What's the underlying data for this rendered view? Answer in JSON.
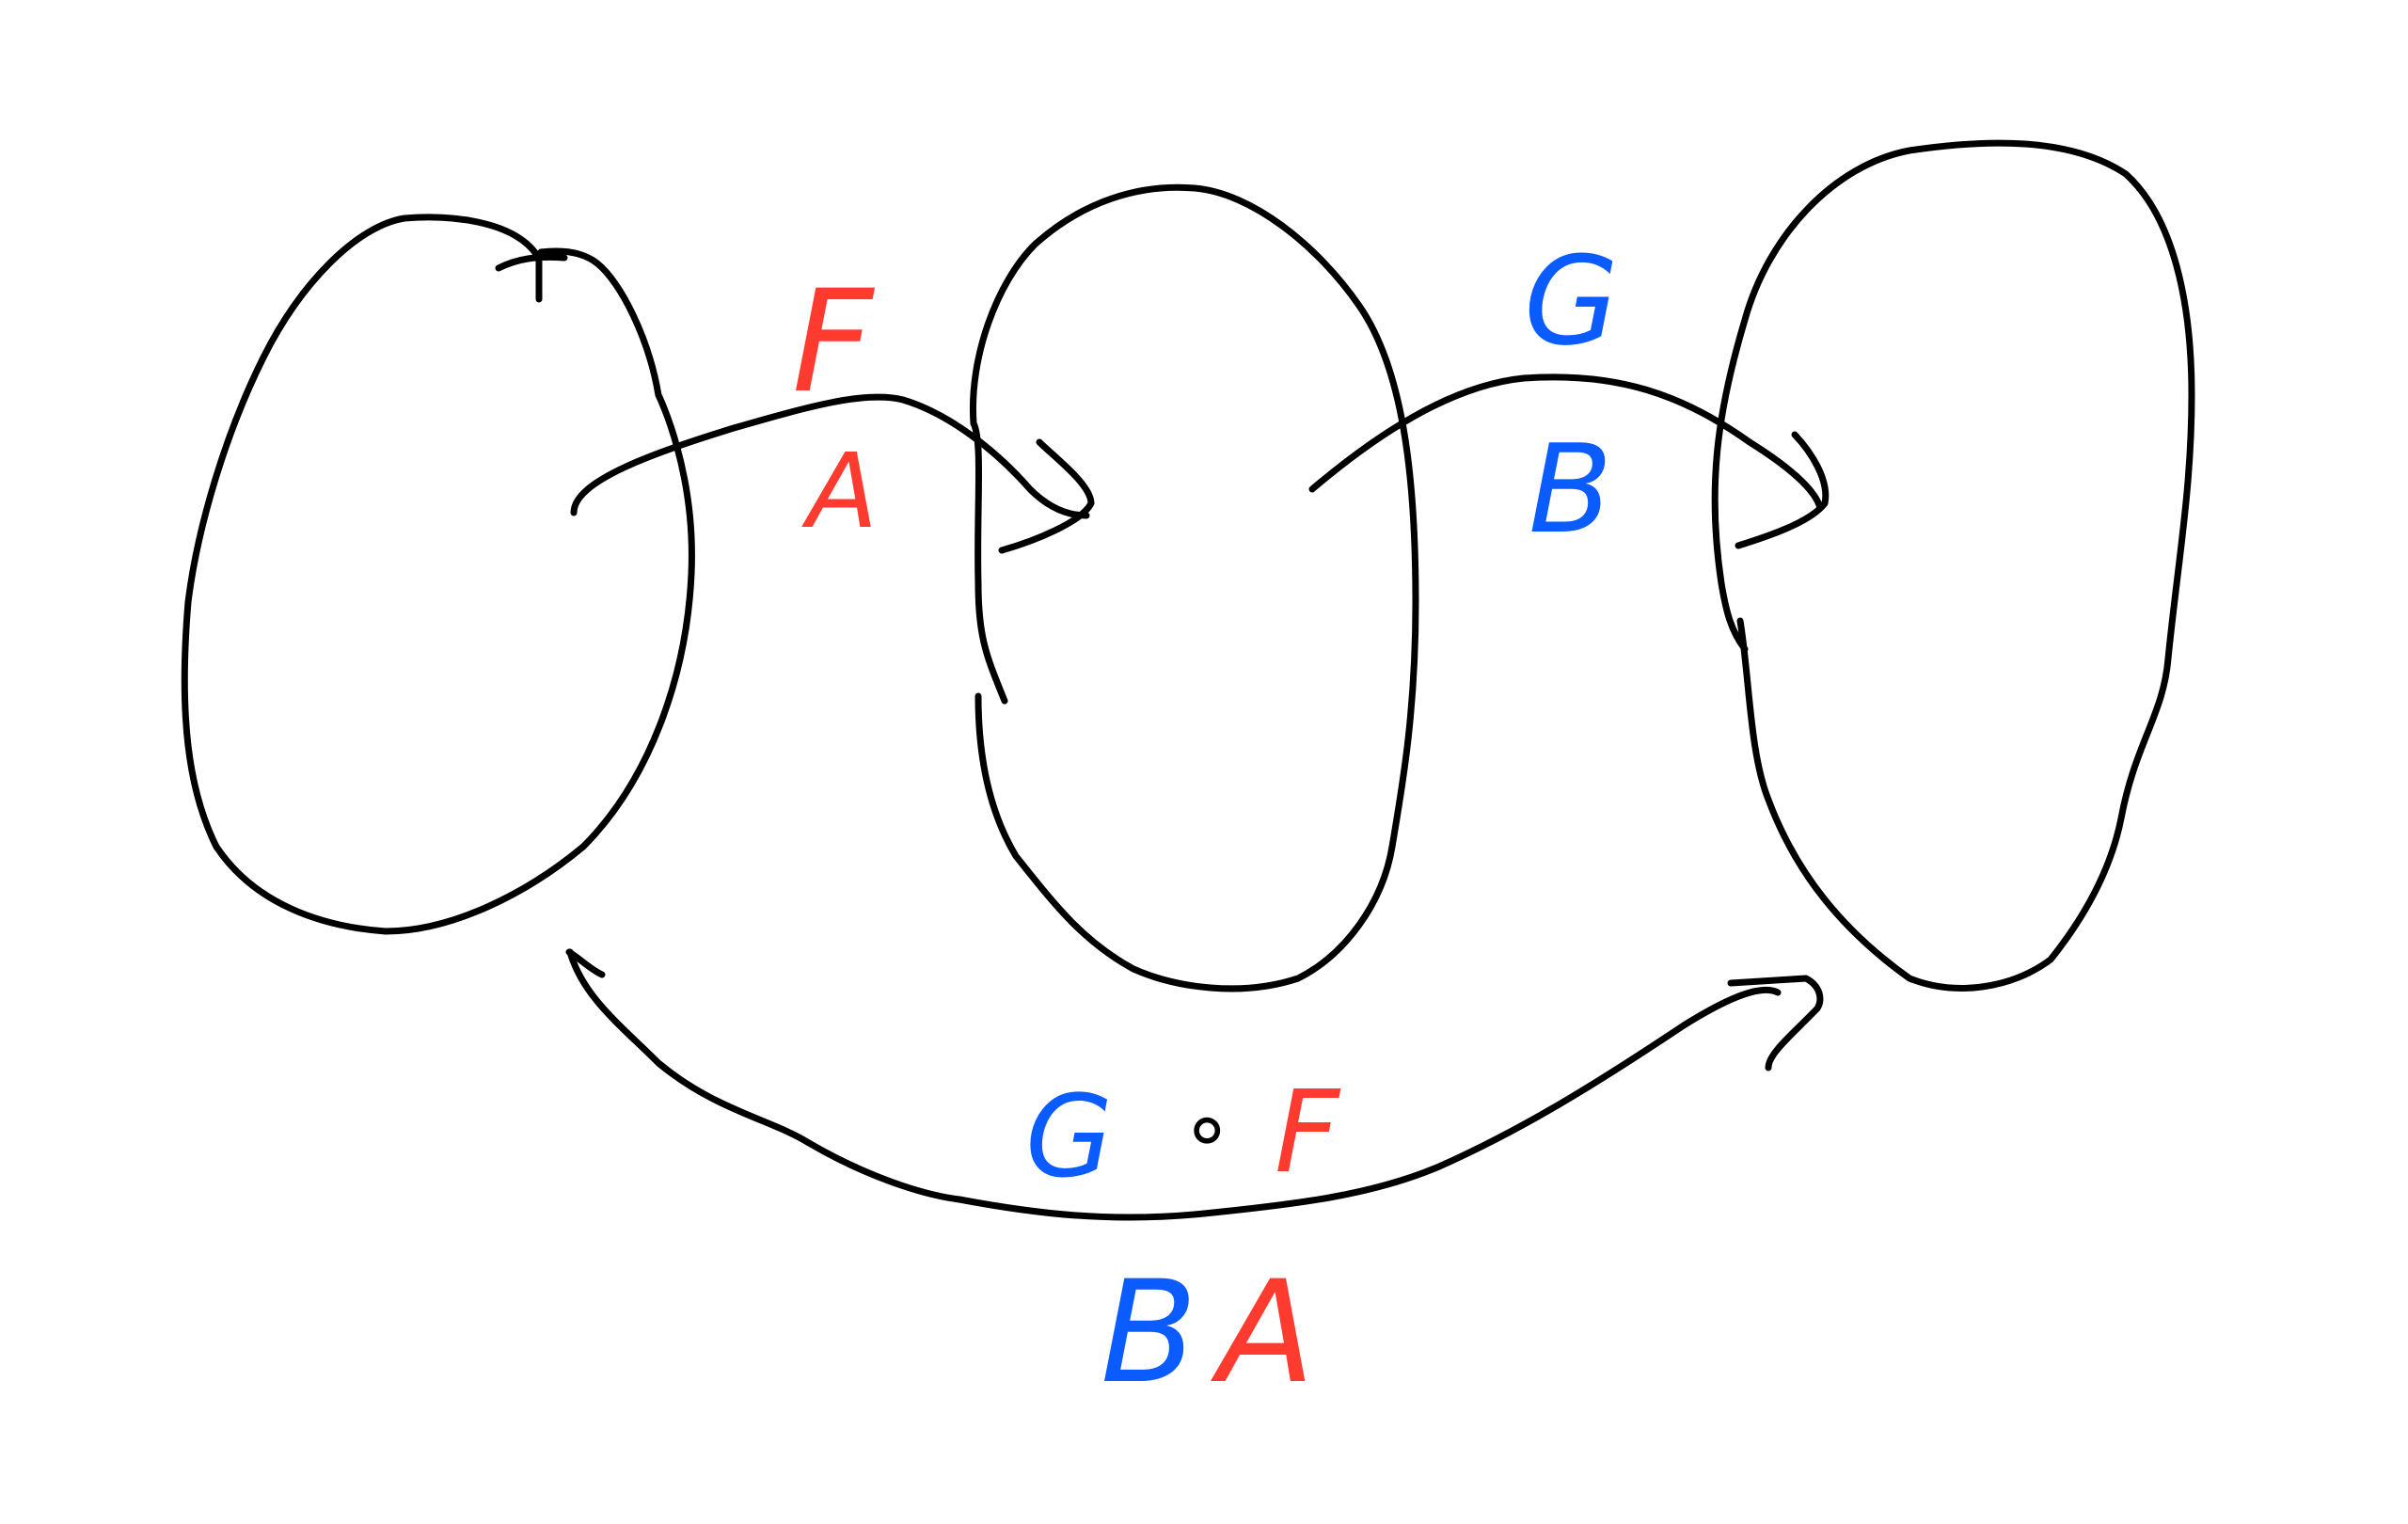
{
  "colors": {
    "ink": "#000000",
    "functor_f": "#ff3b30",
    "functor_g": "#0a5cff",
    "background": "#ffffff"
  },
  "labels": {
    "f_name": "F",
    "f_sub": "A",
    "g_name": "G",
    "g_sub": "B",
    "comp_g": "G",
    "comp_op": "∘",
    "comp_f": "F",
    "comp_sub_b": "B",
    "comp_sub_a": "A"
  }
}
